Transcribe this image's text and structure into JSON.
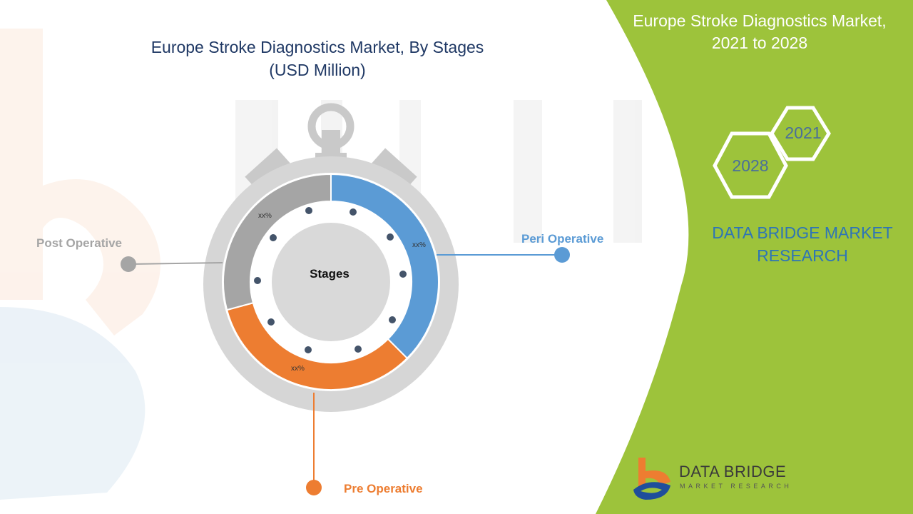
{
  "chart": {
    "title_line1": "Europe Stroke Diagnostics Market, By Stages",
    "title_line2": "(USD Million)",
    "center_label": "Stages"
  },
  "chart_data": {
    "type": "pie",
    "center_label": "Stages",
    "slices": [
      {
        "name": "Peri Operative",
        "value_label": "xx%",
        "share": 0.375,
        "color": "#5b9bd5"
      },
      {
        "name": "Pre Operative",
        "value_label": "xx%",
        "share": 0.3333,
        "color": "#ed7d31"
      },
      {
        "name": "Post Operative",
        "value_label": "xx%",
        "share": 0.2917,
        "color": "#a5a5a5"
      }
    ]
  },
  "panel": {
    "title_line1": "Europe Stroke Diagnostics Market,",
    "title_line2": "2021 to 2028",
    "year_start": "2021",
    "year_end": "2028",
    "brand_line1": "DATA BRIDGE MARKET",
    "brand_line2": "RESEARCH",
    "accent_color": "#9dc33b"
  },
  "logo": {
    "name": "DATA BRIDGE",
    "tagline": "MARKET RESEARCH"
  }
}
